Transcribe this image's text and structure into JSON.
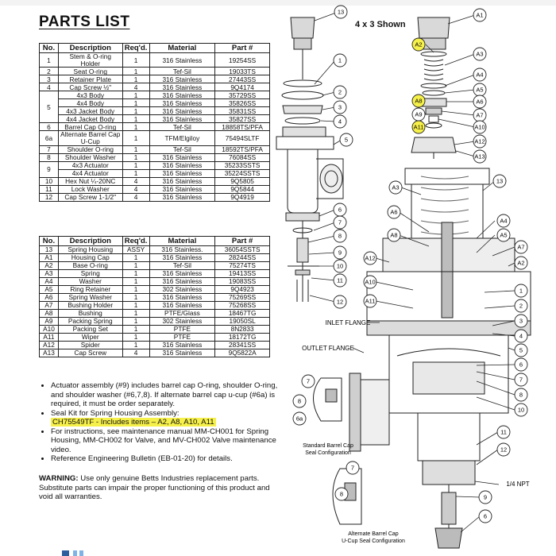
{
  "title": "PARTS LIST",
  "diagram_title": "4 x 3 Shown",
  "table_headers": [
    "No.",
    "Description",
    "Req'd.",
    "Material",
    "Part #"
  ],
  "table1_rows": [
    [
      "1",
      "Stem & O-ring Holder",
      "1",
      "316 Stainless",
      "19254SS"
    ],
    [
      "2",
      "Seat O-ring",
      "1",
      "Tef-Sil",
      "19033TS"
    ],
    [
      "3",
      "Retainer Plate",
      "1",
      "316 Stainless",
      "27443SS"
    ],
    [
      "4",
      "Cap Screw ½\"",
      "4",
      "316 Stainless",
      "9Q4174"
    ],
    [
      "5",
      "4x3 Body",
      "1",
      "316 Stainless",
      "35729SS"
    ],
    [
      "",
      "4x4 Body",
      "1",
      "316 Stainless",
      "35826SS"
    ],
    [
      "",
      "4x3 Jacket Body",
      "1",
      "316 Stainless",
      "35831SS"
    ],
    [
      "",
      "4x4 Jacket Body",
      "1",
      "316 Stainless",
      "35827SS"
    ],
    [
      "6",
      "Barrel Cap O-ring",
      "1",
      "Tef-Sil",
      "18858TS/PFA"
    ],
    [
      "6a",
      "Alternate Barrel Cap U-Cup",
      "1",
      "TFM/Elgiloy",
      "75494SLTF"
    ],
    [
      "7",
      "Shoulder O-ring",
      "1",
      "Tef-Sil",
      "18592TS/PFA"
    ],
    [
      "8",
      "Shoulder Washer",
      "1",
      "316 Stainless",
      "76084SS"
    ],
    [
      "9",
      "4x3 Actuator",
      "1",
      "316 Stainless",
      "35233SSTS"
    ],
    [
      "",
      "4x4 Actuator",
      "1",
      "316 Stainless",
      "35224SSTS"
    ],
    [
      "10",
      "Hex Nut ¼-20NC",
      "4",
      "316 Stainless",
      "9Q5805"
    ],
    [
      "11",
      "Lock Washer",
      "4",
      "316 Stainless",
      "9Q5844"
    ],
    [
      "12",
      "Cap Screw 1-1/2\"",
      "4",
      "316 Stainless",
      "9Q4919"
    ]
  ],
  "table2_rows": [
    [
      "13",
      "Spring Housing",
      "ASSY",
      "316 Stainless.",
      "36054SSTS"
    ],
    [
      "A1",
      "Housing Cap",
      "1",
      "316 Stainless",
      "28244SS"
    ],
    [
      "A2",
      "Base O-ring",
      "1",
      "Tef-Sil",
      "75274TS"
    ],
    [
      "A3",
      "Spring",
      "1",
      "316 Stainless",
      "19413SS"
    ],
    [
      "A4",
      "Washer",
      "1",
      "316 Stainless",
      "19083SS"
    ],
    [
      "A5",
      "Ring Retainer",
      "1",
      "302 Stainless",
      "9Q4923"
    ],
    [
      "A6",
      "Spring Washer",
      "1",
      "316 Stainless",
      "75269SS"
    ],
    [
      "A7",
      "Bushing Holder",
      "1",
      "316 Stainless",
      "75268SS"
    ],
    [
      "A8",
      "Bushing",
      "1",
      "PTFE/Glass",
      "18467TG"
    ],
    [
      "A9",
      "Packing Spring",
      "1",
      "302 Stainless",
      "19050SL"
    ],
    [
      "A10",
      "Packing Set",
      "1",
      "PTFE",
      "8N2833"
    ],
    [
      "A11",
      "Wiper",
      "1",
      "PTFE",
      "18172TG"
    ],
    [
      "A12",
      "Spider",
      "1",
      "316 Stainless",
      "28341SS"
    ],
    [
      "A13",
      "Cap Screw",
      "4",
      "316 Stainless",
      "9Q5822A"
    ]
  ],
  "notes": [
    "Actuator assembly (#9) includes barrel cap O-ring, shoulder O-ring, and shoulder washer (#6,7,8). If alternate barrel cap u-cup (#6a) is required, it must be order separately.",
    "Seal Kit for Spring Housing Assembly:",
    "For instructions, see maintenance manual MM-CH001 for Spring Housing, MM-CH002 for Valve, and MV-CH002 Valve maintenance video.",
    "Reference Engineering Bulletin (EB-01-20) for details."
  ],
  "seal_kit": "CH75549TF - Includes items – A2, A8, A10, A11",
  "warning_label": "WARNING:",
  "warning_text": "Use only genuine Betts Industries replacement parts. Substitute parts can impair the proper functioning of this product and void all warranties.",
  "diagram_labels": {
    "inlet": "INLET FLANGE",
    "outlet": "OUTLET FLANGE",
    "npt": "1/4 NPT",
    "std_line1": "Standard Barrel Cap",
    "std_line2": "Seal Configuration",
    "alt_line1": "Alternate Barrel Cap",
    "alt_line2": "U-Cup Seal Configuration"
  },
  "callouts": [
    "13",
    "1",
    "2",
    "3",
    "4",
    "5",
    "6",
    "7",
    "8",
    "9",
    "10",
    "11",
    "12",
    "A1",
    "A2",
    "A3",
    "A4",
    "A5",
    "A6",
    "A8",
    "A9",
    "A7",
    "A11",
    "A10",
    "A12",
    "A13",
    "13",
    "A3",
    "A6",
    "A8",
    "A4",
    "A5",
    "A7",
    "A2",
    "A12",
    "A10",
    "A11",
    "1",
    "2",
    "3",
    "4",
    "5",
    "6",
    "7",
    "8",
    "10",
    "11",
    "12",
    "9",
    "6",
    "7",
    "8",
    "6a",
    "7",
    "8"
  ],
  "highlighted_callouts": [
    "A2",
    "A8",
    "A11"
  ],
  "colors": {
    "highlight": "#f6f04a",
    "ink": "#111111"
  }
}
